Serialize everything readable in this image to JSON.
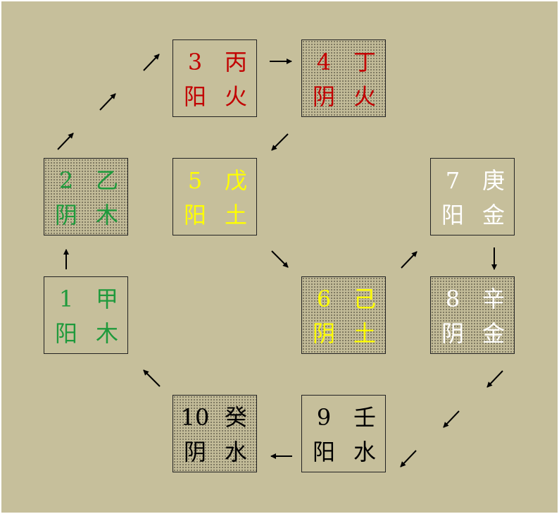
{
  "colors": {
    "background": "#c6bf9b",
    "wood": "#1f9a3c",
    "fire": "#c20000",
    "earth": "#ffff00",
    "metal": "#ffffff",
    "water": "#000000"
  },
  "boxes": [
    {
      "number": "1",
      "stem": "甲",
      "yinyang": "阳",
      "element": "木",
      "color_key": "wood"
    },
    {
      "number": "2",
      "stem": "乙",
      "yinyang": "阴",
      "element": "木",
      "color_key": "wood"
    },
    {
      "number": "3",
      "stem": "丙",
      "yinyang": "阳",
      "element": "火",
      "color_key": "fire"
    },
    {
      "number": "4",
      "stem": "丁",
      "yinyang": "阴",
      "element": "火",
      "color_key": "fire"
    },
    {
      "number": "5",
      "stem": "戊",
      "yinyang": "阳",
      "element": "土",
      "color_key": "earth"
    },
    {
      "number": "6",
      "stem": "己",
      "yinyang": "阴",
      "element": "土",
      "color_key": "earth"
    },
    {
      "number": "7",
      "stem": "庚",
      "yinyang": "阳",
      "element": "金",
      "color_key": "metal"
    },
    {
      "number": "8",
      "stem": "辛",
      "yinyang": "阴",
      "element": "金",
      "color_key": "metal"
    },
    {
      "number": "9",
      "stem": "壬",
      "yinyang": "阳",
      "element": "水",
      "color_key": "water"
    },
    {
      "number": "10",
      "stem": "癸",
      "yinyang": "阴",
      "element": "水",
      "color_key": "water"
    }
  ]
}
